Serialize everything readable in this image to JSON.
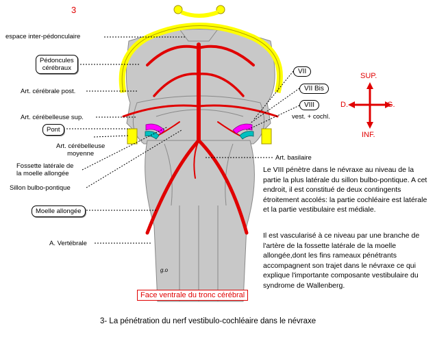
{
  "figure_number": "3",
  "labels": {
    "espace_inter_pedonculaire": "espace inter-pédonculaire",
    "pedoncules_line1": "Pédoncules",
    "pedoncules_line2": "cérébraux",
    "art_cerebrale_post": "Art. cérébrale post.",
    "art_cerebelleuse_sup": "Art. cérébelleuse sup.",
    "pont": "Pont",
    "art_cerebelleuse_moyenne_line1": "Art. cérébelleuse",
    "art_cerebelleuse_moyenne_line2": "moyenne",
    "fossette_line1": "Fossette latérale de",
    "fossette_line2": "la moelle allongée",
    "sillon_bulbo_pontique": "Sillon bulbo-pontique",
    "moelle_allongee": "Moelle allongée",
    "a_vertebrale": "A. Vertébrale",
    "art_basilaire": "Art. basilaire"
  },
  "nerves": {
    "vii": "VII",
    "vii_bis": "VII Bis",
    "viii": "VIII",
    "viii_desc": "vest. + cochl."
  },
  "orientation": {
    "sup": "SUP.",
    "inf": "INF.",
    "d": "D.",
    "g": "G."
  },
  "paragraph1": "Le VIII pénètre dans le névraxe au niveau de la partie la plus latérale du sillon bulbo-pontique. A cet endroit, il est constitué de deux contingents étroitement accolés: la partie cochléaire est latérale et la partie  vestibulaire  est médiale.",
  "paragraph2": "Il est vascularisé à ce niveau par une branche de l'artère de la fossette latérale de la moelle allongée,dont les fins rameaux pénétrants accompagnent son trajet dans le névraxe  ce qui explique l'importante composante vestibulaire du syndrome de Wallenberg.",
  "signature": "g.o",
  "face_ventrale": "Face ventrale du tronc cérébral",
  "caption": "3- La pénétration du nerf vestibulo-cochléaire dans le névraxe",
  "colors": {
    "artery": "#e00000",
    "brainstem": "#c8c8c8",
    "chiasm": "#ffff00",
    "nerve_magenta": "#ff00ff",
    "nerve_cyan": "#00c0c0"
  }
}
